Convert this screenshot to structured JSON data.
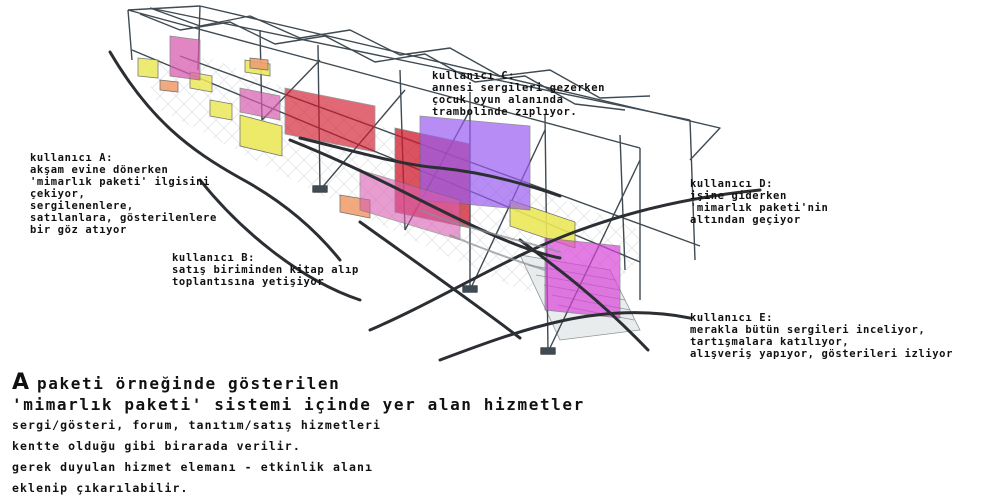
{
  "annotations": {
    "user_a": {
      "lines": [
        "kullanıcı A:",
        "akşam evine dönerken",
        "'mimarlık paketi' ilgisini",
        "çekiyor,",
        "sergilenenlere,",
        "satılanlara, gösterilenlere",
        "bir göz atıyor"
      ]
    },
    "user_b": {
      "lines": [
        "kullanıcı B:",
        "satış biriminden kitap alıp",
        "toplantısına yetişiyor"
      ]
    },
    "user_c": {
      "lines": [
        "kullanıcı C:",
        "annesi sergileri gezerken",
        "çocuk oyun alanında",
        "trambolinde zıplıyor."
      ]
    },
    "user_d": {
      "lines": [
        "kullanıcı D:",
        "işine giderken",
        "'mimarlık paketi'nin",
        "altından geçiyor"
      ]
    },
    "user_e": {
      "lines": [
        "kullanıcı E:",
        "merakla bütün sergileri inceliyor,",
        "tartışmalara katılıyor,",
        "alışveriş yapıyor, gösterileri izliyor"
      ]
    }
  },
  "caption": {
    "initial": "A",
    "line1": "paketi örneğinde gösterilen",
    "line2": "'mimarlık paketi' sistemi içinde yer alan hizmetler",
    "body": [
      "sergi/gösteri, forum, tanıtım/satış hizmetleri",
      "kentte olduğu gibi birarada verilir.",
      "gerek duyulan hizmet elemanı - etkinlik alanı",
      "eklenip çıkarılabilir."
    ]
  },
  "colors": {
    "frame": "#3f4a52",
    "module_yellow": "#ece85a",
    "module_pink": "#d85db0",
    "module_red": "#d01a2c",
    "module_purple": "#9a5cf0",
    "module_magenta": "#d845d8",
    "module_orange": "#f0a070",
    "path": "#2b2f33"
  }
}
